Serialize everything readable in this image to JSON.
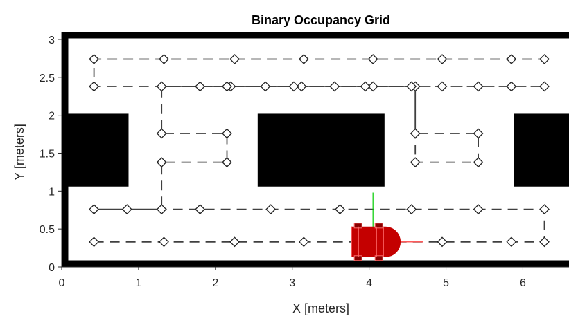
{
  "chart_data": {
    "type": "scatter",
    "title": "Binary Occupancy Grid",
    "xlabel": "X [meters]",
    "ylabel": "Y [meters]",
    "xlim": [
      0,
      6.6
    ],
    "ylim": [
      0,
      3.1
    ],
    "xticks": [
      0,
      1,
      2,
      3,
      4,
      5,
      6
    ],
    "yticks": [
      0,
      0.5,
      1,
      1.5,
      2,
      2.5,
      3
    ],
    "xtick_labels": [
      "0",
      "1",
      "2",
      "3",
      "4",
      "5",
      "6"
    ],
    "ytick_labels": [
      "0",
      "0.5",
      "1",
      "1.5",
      "2",
      "2.5",
      "3"
    ],
    "grid": false,
    "background_color": "#ffffff",
    "occupied_color": "#000000",
    "obstacles": [
      {
        "name": "left-obstacle",
        "x": [
          0,
          0.87
        ],
        "y": [
          1.06,
          2.02
        ]
      },
      {
        "name": "center-obstacle",
        "x": [
          2.55,
          4.2
        ],
        "y": [
          1.06,
          2.02
        ]
      },
      {
        "name": "right-obstacle",
        "x": [
          5.88,
          6.6
        ],
        "y": [
          1.06,
          2.02
        ]
      }
    ],
    "border_width_m": 0.05,
    "planned_path": {
      "name": "",
      "line_style": "dashed",
      "color": "#404040",
      "marker": "diamond",
      "x": [
        0.42,
        1.33,
        2.25,
        3.15,
        4.05,
        4.95,
        5.85,
        6.28,
        6.28,
        5.42,
        4.55,
        3.62,
        2.72,
        1.8,
        0.85,
        0.42,
        0.42,
        1.3,
        1.3,
        1.3,
        2.15,
        2.15,
        1.3,
        1.3,
        2.2,
        3.12,
        4.05,
        4.95,
        5.85,
        6.28,
        6.28,
        5.42,
        4.6,
        4.6,
        5.42,
        5.42,
        4.6,
        4.6,
        4.55,
        3.95,
        3.55,
        3.02,
        2.65,
        2.15,
        1.8,
        1.3,
        0.42,
        0.42,
        1.33,
        2.25,
        3.15,
        4.05,
        4.95,
        5.85,
        6.28
      ],
      "y": [
        0.33,
        0.33,
        0.33,
        0.33,
        0.33,
        0.33,
        0.33,
        0.33,
        0.76,
        0.76,
        0.76,
        0.76,
        0.76,
        0.76,
        0.76,
        0.76,
        0.76,
        0.76,
        1.38,
        1.38,
        1.38,
        1.76,
        1.76,
        2.38,
        2.38,
        2.38,
        2.38,
        2.38,
        2.38,
        2.38,
        2.38,
        2.38,
        2.38,
        1.76,
        1.76,
        1.38,
        1.38,
        2.38,
        2.38,
        2.38,
        2.38,
        2.38,
        2.38,
        2.38,
        2.38,
        2.38,
        2.38,
        2.74,
        2.74,
        2.74,
        2.74,
        2.74,
        2.74,
        2.74,
        2.74
      ]
    },
    "traversed_path": {
      "name": "",
      "line_style": "solid",
      "color": "#333333",
      "x": [
        1.3,
        4.6
      ],
      "y": [
        2.38,
        2.38
      ]
    },
    "robot": {
      "x": 4.05,
      "y": 0.33,
      "heading_deg": 0,
      "body_color": "#c40000",
      "x_axis_color": "#ff5a5a",
      "y_axis_color": "#00cc00"
    }
  }
}
